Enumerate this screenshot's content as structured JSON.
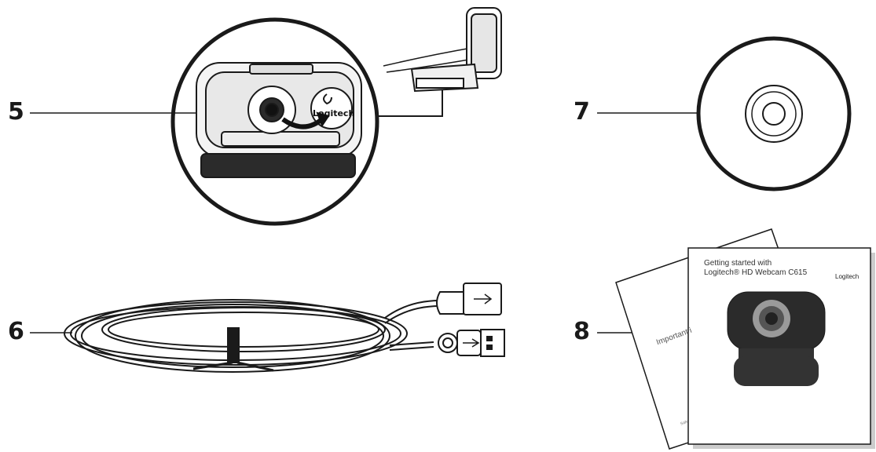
{
  "callouts": {
    "webcam": "5",
    "cable": "6",
    "disc": "7",
    "guide": "8"
  },
  "webcam": {
    "logo_text": "Logitech"
  },
  "guide": {
    "title_line1": "Getting started with",
    "title_line2": "Logitech® HD Webcam C615",
    "logo_text": "Logitech",
    "back_text": "Important i",
    "back_small": "Safe"
  },
  "colors": {
    "line": "#1a1a1a",
    "background": "#ffffff",
    "camera_dark": "#2b2b2b"
  }
}
